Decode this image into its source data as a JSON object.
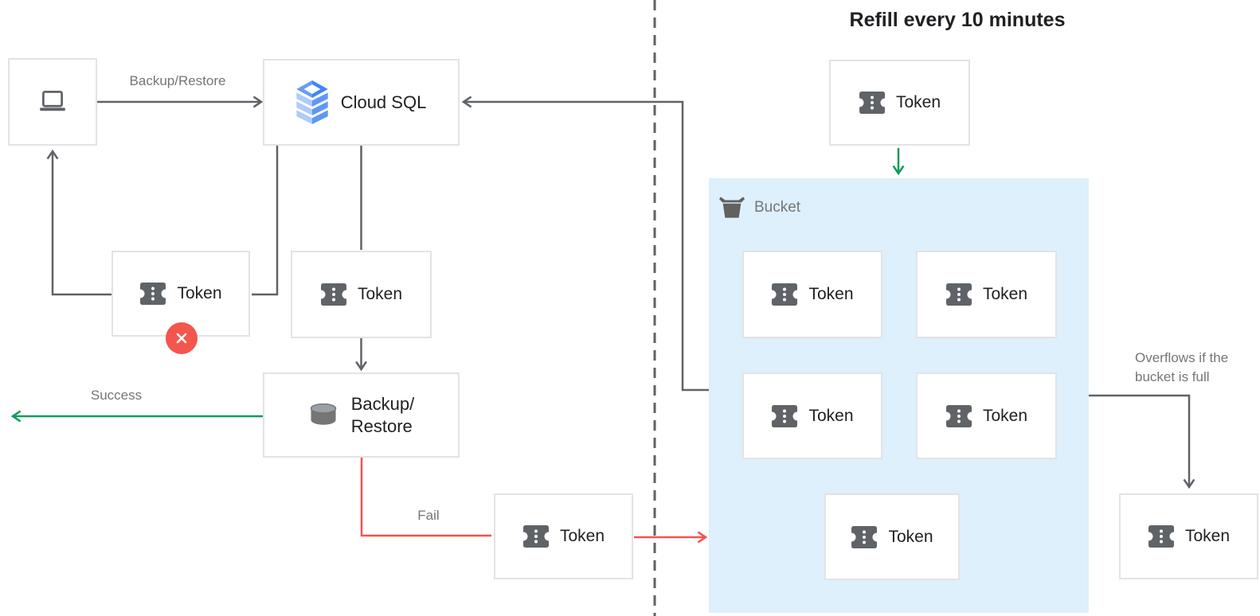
{
  "title": "Refill every 10 minutes",
  "nodes": {
    "client": {
      "icon": "laptop-icon"
    },
    "cloud_sql": {
      "label": "Cloud SQL",
      "icon": "cloud-sql-icon"
    },
    "token_blocked": {
      "label": "Token",
      "icon": "ticket-icon",
      "badge": "error-x-icon"
    },
    "token_request": {
      "label": "Token",
      "icon": "ticket-icon"
    },
    "backup_restore": {
      "lines": [
        "Backup/",
        "Restore"
      ],
      "icon": "database-icon"
    },
    "token_fail": {
      "label": "Token",
      "icon": "ticket-icon"
    },
    "token_refill": {
      "label": "Token",
      "icon": "ticket-icon"
    },
    "bucket": {
      "label": "Bucket",
      "icon": "bucket-icon",
      "tokens": [
        {
          "label": "Token"
        },
        {
          "label": "Token"
        },
        {
          "label": "Token"
        },
        {
          "label": "Token"
        },
        {
          "label": "Token"
        }
      ]
    },
    "token_overflow": {
      "label": "Token",
      "icon": "ticket-icon"
    }
  },
  "edges": {
    "request": {
      "label": "Backup/Restore"
    },
    "success": {
      "label": "Success"
    },
    "fail": {
      "label": "Fail"
    },
    "overflow": {
      "lines": [
        "Overflows if the",
        "bucket is full"
      ]
    }
  },
  "colors": {
    "bucket_fill": "#DDF0FB",
    "arrow_gray": "#5F6368",
    "success_green": "#0F9D58",
    "fail_red": "#F4544C",
    "box_border": "#E3E3E3",
    "label_gray": "#757575",
    "text_dark": "#202124",
    "icon_gray": "#5F6368",
    "cloudsql_blue": "#4285F4",
    "cloudsql_blue_light": "#AECBFA"
  }
}
